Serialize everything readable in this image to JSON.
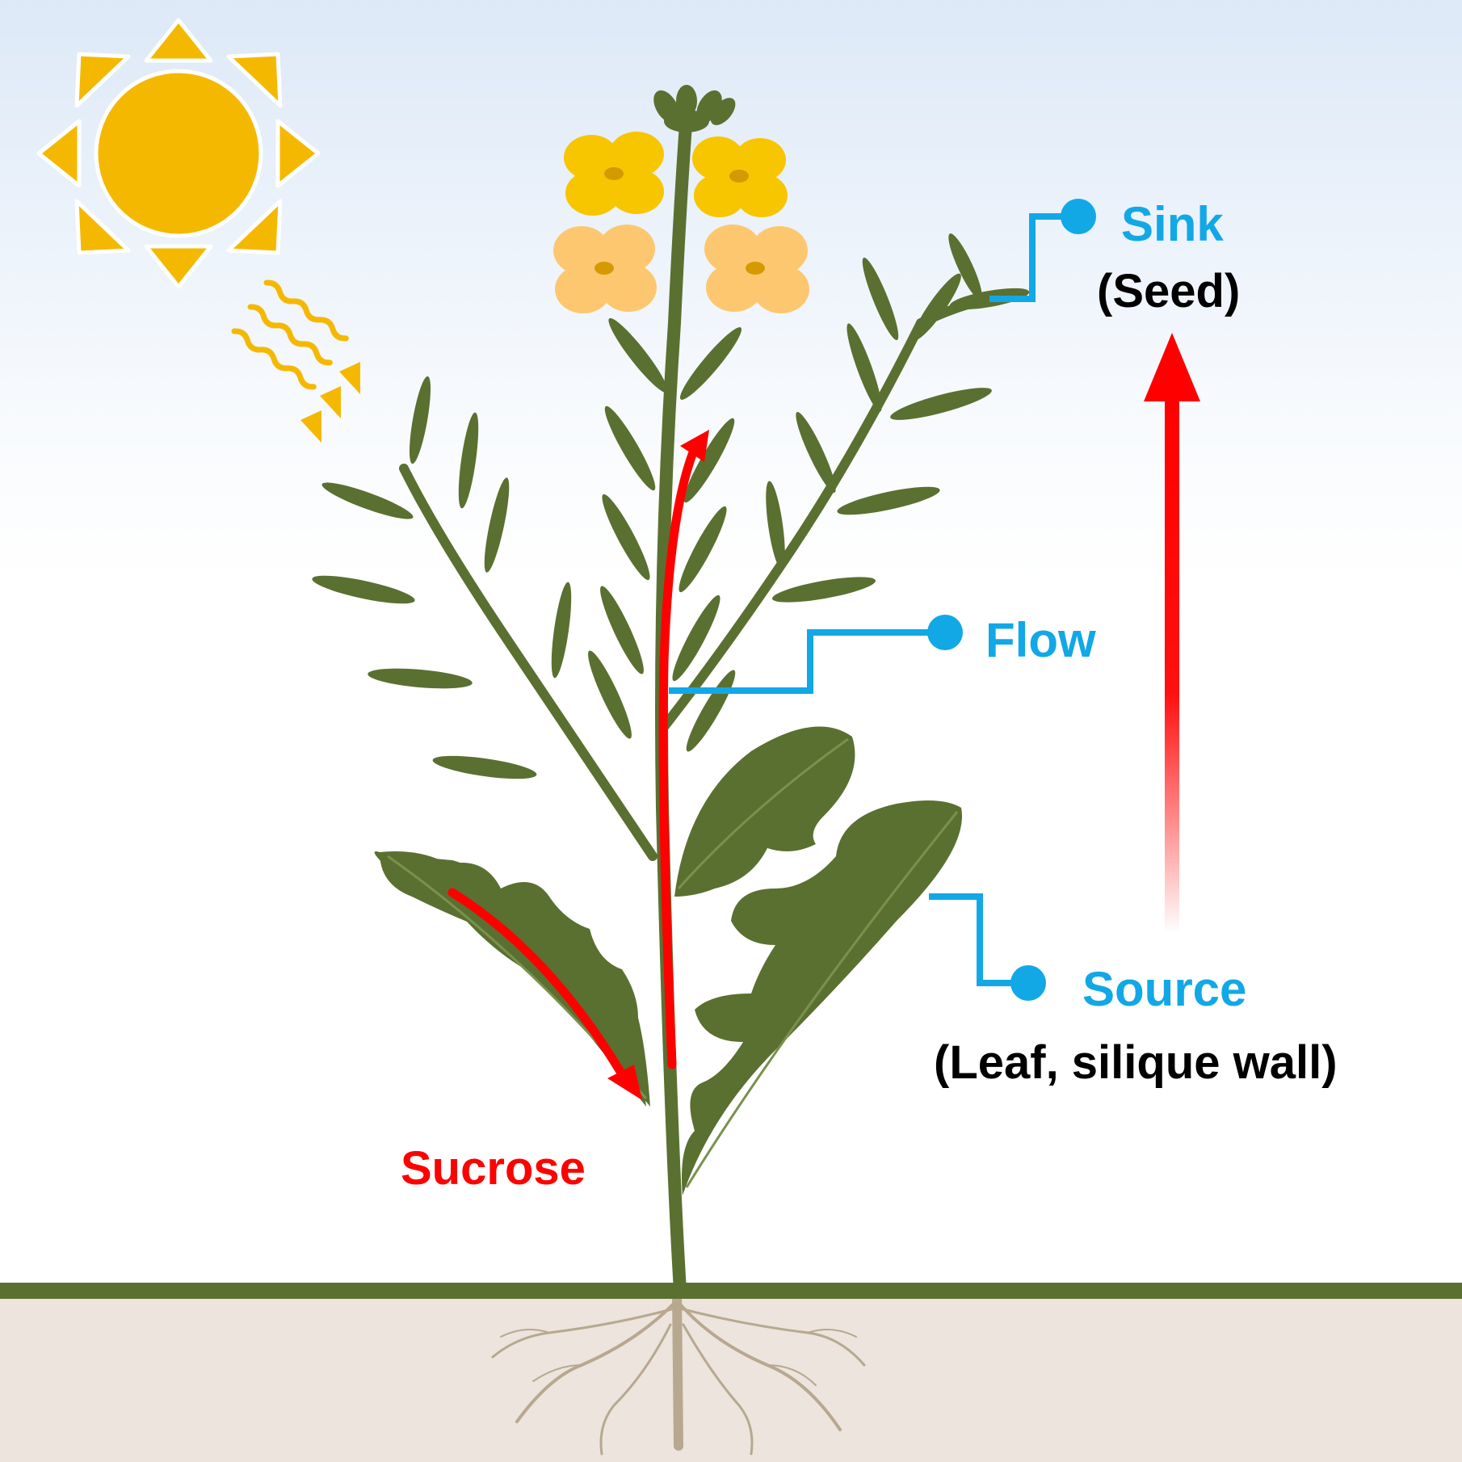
{
  "labels": {
    "sink": "Sink",
    "seed": "(Seed)",
    "flow": "Flow",
    "source": "Source",
    "source_detail": "(Leaf, silique wall)",
    "sucrose": "Sucrose"
  },
  "colors": {
    "sky_top": "#dde9f7",
    "sky_bottom": "#ffffff",
    "sun": "#f5b800",
    "plant": "#5a7031",
    "ground_line": "#5a7031",
    "soil": "#ece4dd",
    "root": "#b7a88f",
    "flower_yellow": "#f7c600",
    "flower_pale": "#fdc770",
    "accent_blue": "#12a8e6",
    "arrow_red": "#ff0000",
    "text_black": "#000000"
  },
  "icons": {
    "sun": "sun-icon",
    "light_rays": "light-rays-icon"
  }
}
